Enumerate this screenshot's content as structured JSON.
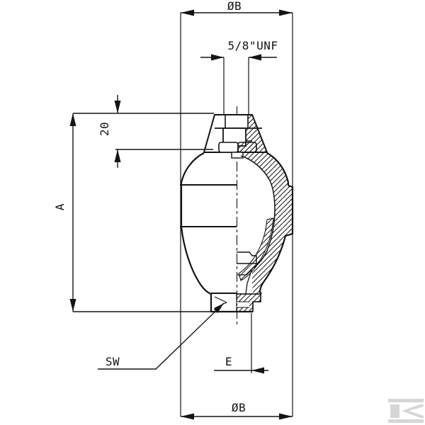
{
  "drawing": {
    "type": "technical-drawing",
    "subject": "diaphragm-accumulator-cross-section",
    "labels": {
      "diameter_top": "ØB",
      "diameter_bottom": "ØB",
      "thread": "5/8\"UNF",
      "valve_height": "20",
      "total_height": "A",
      "wrench_size": "SW",
      "port_offset": "E"
    },
    "colors": {
      "line": "#141414",
      "background": "#ffffff",
      "watermark": "#d6d6d6"
    }
  },
  "watermark": {
    "name": "brand-k-logo"
  }
}
